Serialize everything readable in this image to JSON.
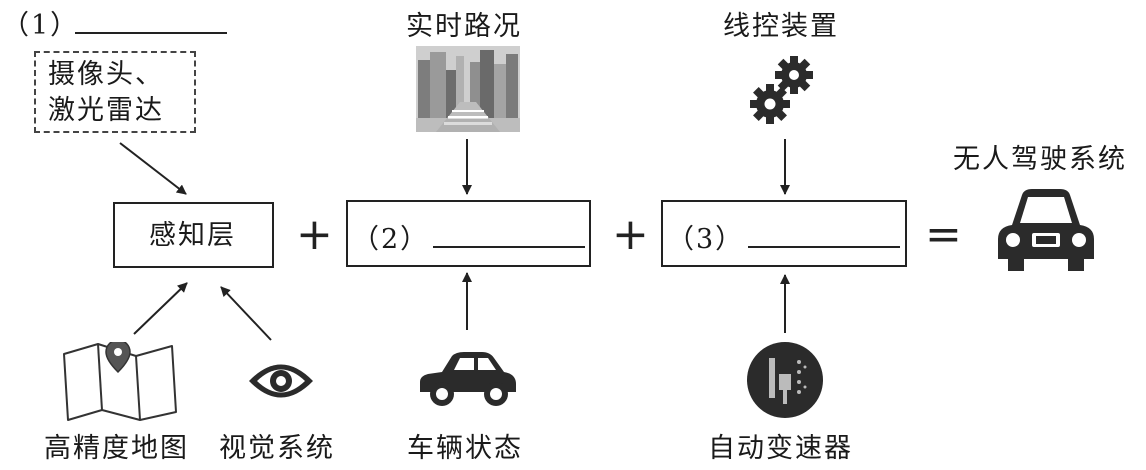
{
  "blanks": {
    "b1": "（1）",
    "b2": "（2）",
    "b3": "（3）"
  },
  "boxes": {
    "sensor_line1": "摄像头、",
    "sensor_line2": "激光雷达",
    "perception": "感知层"
  },
  "labels": {
    "realtime_traffic": "实时路况",
    "wire_control": "线控装置",
    "autonomous_system": "无人驾驶系统",
    "hd_map": "高精度地图",
    "vision_system": "视觉系统",
    "vehicle_state": "车辆状态",
    "auto_transmission": "自动变速器"
  },
  "operators": {
    "plus1": "+",
    "plus2": "+",
    "equals": "="
  },
  "icons": [
    "city-street-icon",
    "gears-icon",
    "car-front-icon",
    "map-pin-icon",
    "eye-icon",
    "car-side-icon",
    "gear-shifter-icon"
  ],
  "colors": {
    "ink": "#222222",
    "icon_dark": "#2b2b2b",
    "photo_gray": "#8a8a8a"
  }
}
